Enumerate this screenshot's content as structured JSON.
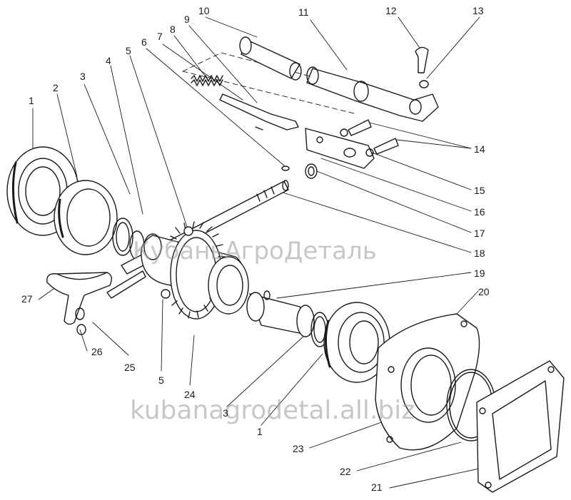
{
  "colors": {
    "ink": "#1a1a1a",
    "watermark": "#9a9a9a",
    "background": "#ffffff"
  },
  "watermarks": [
    "КубаньАгроДеталь",
    "kubanagrodetal.all.biz"
  ],
  "callouts": [
    "1",
    "2",
    "3",
    "4",
    "5",
    "6",
    "7",
    "8",
    "9",
    "10",
    "11",
    "12",
    "13",
    "14",
    "15",
    "16",
    "17",
    "18",
    "19",
    "20",
    "27",
    "26",
    "25",
    "5",
    "24",
    "3",
    "1",
    "23",
    "22",
    "21"
  ]
}
